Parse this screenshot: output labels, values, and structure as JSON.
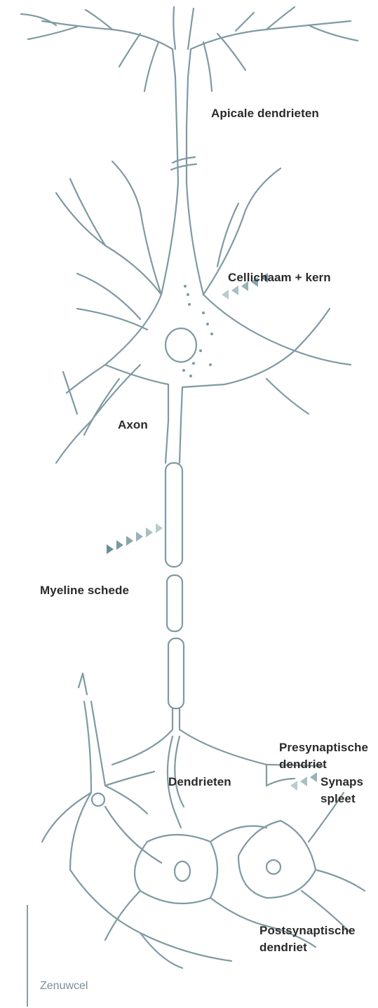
{
  "labels": {
    "apicale": "Apicale dendrieten",
    "cellichaam": "Cellichaam + kern",
    "axon": "Axon",
    "myeline": "Myeline schede",
    "presynaptische_1": "Presynaptische",
    "presynaptische_2": "dendriet",
    "dendrieten": "Dendrieten",
    "synaps_1": "Synaps",
    "synaps_2": "spleet",
    "postsynaptische_1": "Postsynaptische",
    "postsynaptische_2": "dendriet"
  },
  "caption": "Zenuwcel",
  "colors": {
    "line": "#7f9aa2",
    "arrow_dark": "#6e8e95",
    "arrow_light": "#b9cbcf",
    "text": "#2a2a2a",
    "caption": "#7a8f9a"
  }
}
